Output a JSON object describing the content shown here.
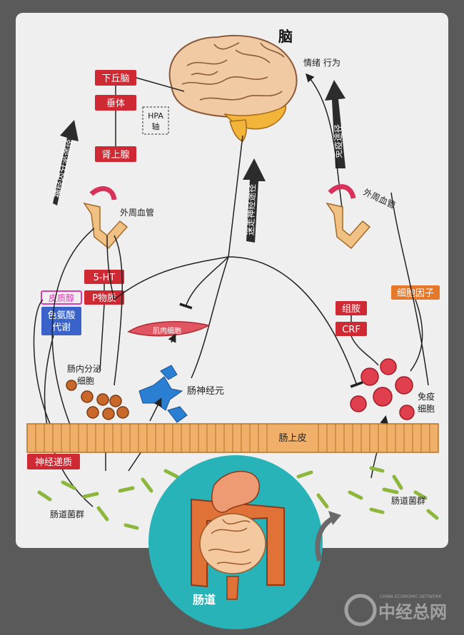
{
  "title": "脑",
  "labels": {
    "hypothalamus": "下丘脑",
    "pituitary": "垂体",
    "adrenal": "肾上腺",
    "hpa_top": "HPA",
    "hpa_bottom": "轴",
    "neuroendocrine": "神经内分泌途径",
    "vagus": "迷走神经途径",
    "immune_path": "免疫途径",
    "emotion": "情绪 行为",
    "peripheral_left": "外周血管",
    "peripheral_right": "外周血管",
    "serotonin": "5-HT",
    "substance_p": "P物质",
    "cortisol": "皮质醇",
    "tryptophan_1": "色氨酸",
    "tryptophan_2": "代谢",
    "muscle": "肌肉细胞",
    "histamine": "组胺",
    "crf": "CRF",
    "cytokine": "细胞因子",
    "enteroendocrine_1": "肠内分泌",
    "enteroendocrine_2": "细胞",
    "enteric_neuron": "肠神经元",
    "immune_cell_1": "免疫",
    "immune_cell_2": "细胞",
    "epithelium": "肠上皮",
    "neurotransmitter": "神经递质",
    "microbiota_left": "肠道菌群",
    "microbiota_right": "肠道菌群",
    "gut": "肠道",
    "watermark": "中经总网",
    "watermark_small": "CHINA ECONOMIC NETWORK"
  },
  "colors": {
    "red_box": "#cf2a34",
    "orange_box": "#e5782a",
    "blue_box": "#3a63c9",
    "pink_box": "#d93fb0",
    "background": "#efefef",
    "frame": "#5a5a5a",
    "gut_circle": "#27b3b8",
    "cell_orange": "#c8682a",
    "cell_blue": "#2b7fd3",
    "cell_red": "#e0404e"
  }
}
